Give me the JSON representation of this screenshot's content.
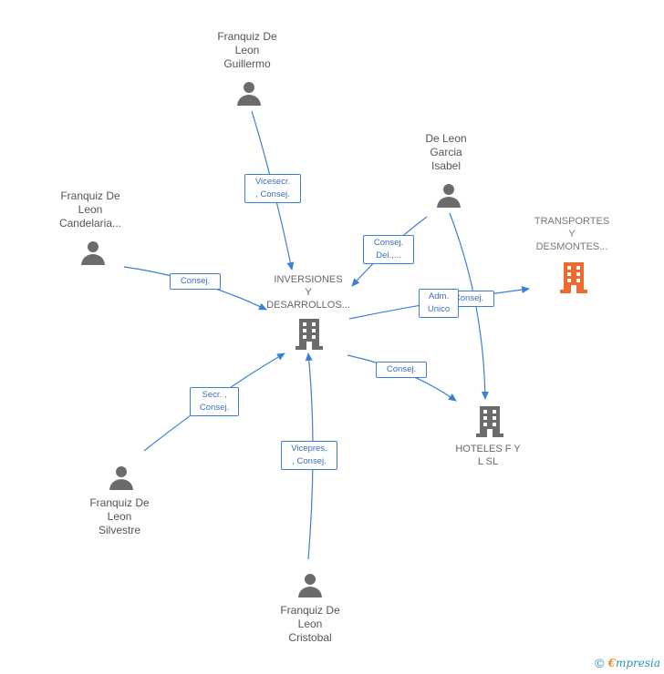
{
  "colors": {
    "edge": "#3b7fd6",
    "person_icon": "#6b6b6b",
    "company_icon": "#6b6b6b",
    "company_icon_highlight": "#ef6a2f"
  },
  "nodes": {
    "guillermo": {
      "label": "Franquiz De\nLeon\nGuillermo",
      "icon": "person-icon"
    },
    "isabel": {
      "label": "De Leon\nGarcia\nIsabel",
      "icon": "person-icon"
    },
    "candelaria": {
      "label": "Franquiz De\nLeon\nCandelaria...",
      "icon": "person-icon"
    },
    "silvestre": {
      "label": "Franquiz De\nLeon\nSilvestre",
      "icon": "person-icon"
    },
    "cristobal": {
      "label": "Franquiz De\nLeon\nCristobal",
      "icon": "person-icon"
    },
    "inversiones": {
      "label": "INVERSIONES\nY\nDESARROLLOS...",
      "icon": "building-icon"
    },
    "transportes": {
      "label": "TRANSPORTES\nY\nDESMONTES...",
      "icon": "building-icon"
    },
    "hoteles": {
      "label": "HOTELES F Y\nL SL",
      "icon": "building-icon"
    }
  },
  "edges": {
    "guillermo_inversiones": "Vicesecr.\n, Consej.",
    "isabel_inversiones": "Consej.\nDel.,...",
    "candelaria_inversiones": "Consej.",
    "silvestre_inversiones": "Secr. ,\nConsej.",
    "cristobal_inversiones": "Vicepres.\n, Consej.",
    "inversiones_transportes_hidden": "Consej.",
    "inversiones_transportes": "Adm.\nUnico",
    "inversiones_hoteles": "Consej.",
    "isabel_hoteles": ""
  },
  "footer": {
    "copyright": "©",
    "brand_e": "€",
    "brand_rest": "mpresia"
  }
}
